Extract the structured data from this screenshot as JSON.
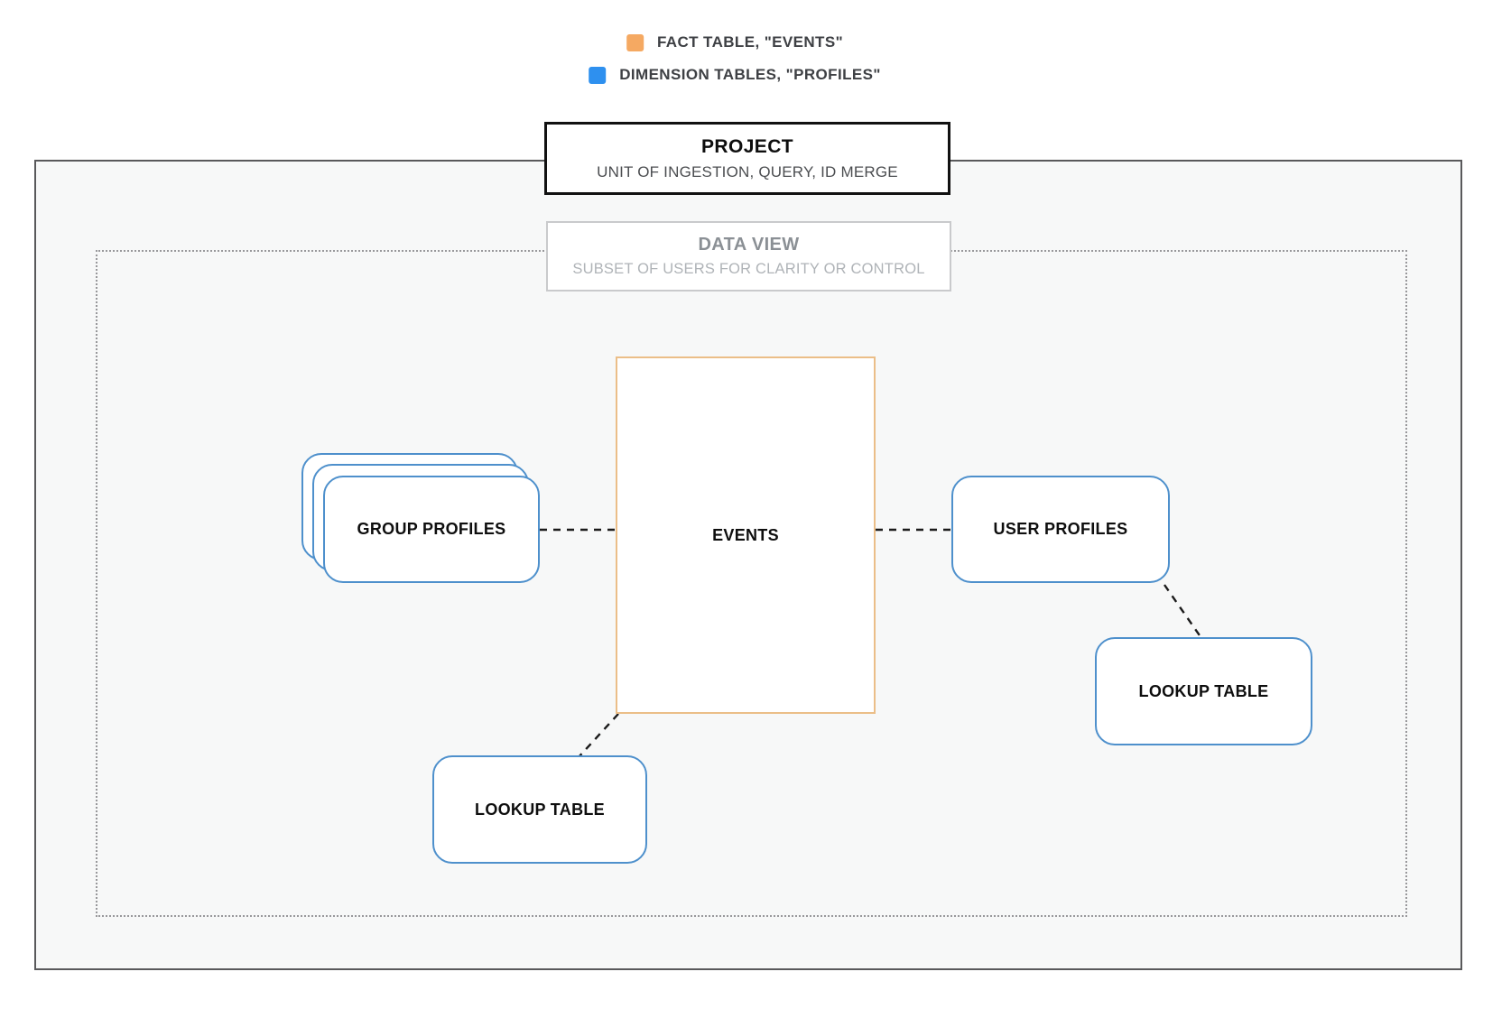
{
  "legend": {
    "items": [
      {
        "name": "fact-table",
        "label": "FACT TABLE, \"EVENTS\"",
        "color": "#F5A962"
      },
      {
        "name": "dimension-tables",
        "label": "DIMENSION TABLES, \"PROFILES\"",
        "color": "#2E90EF"
      }
    ]
  },
  "project": {
    "title": "PROJECT",
    "subtitle": "UNIT OF INGESTION, QUERY, ID MERGE"
  },
  "data_view": {
    "title": "DATA VIEW",
    "subtitle": "SUBSET OF USERS FOR CLARITY OR CONTROL"
  },
  "nodes": {
    "events": {
      "label": "EVENTS",
      "role": "fact table"
    },
    "group_profiles": {
      "label": "GROUP PROFILES",
      "role": "dimension table",
      "stacked": true
    },
    "user_profiles": {
      "label": "USER PROFILES",
      "role": "dimension table"
    },
    "lookup_table_left": {
      "label": "LOOKUP TABLE",
      "role": "dimension table"
    },
    "lookup_table_right": {
      "label": "LOOKUP TABLE",
      "role": "dimension table"
    }
  },
  "connections": [
    {
      "from": "GROUP PROFILES",
      "to": "EVENTS",
      "style": "dashed"
    },
    {
      "from": "EVENTS",
      "to": "USER PROFILES",
      "style": "dashed"
    },
    {
      "from": "USER PROFILES",
      "to": "LOOKUP TABLE (right)",
      "style": "dashed"
    },
    {
      "from": "EVENTS",
      "to": "LOOKUP TABLE (bottom)",
      "style": "dashed"
    }
  ],
  "colors": {
    "fact_accent": "#F5A962",
    "dimension_accent": "#2E90EF",
    "fact_node_border": "#EBBE88",
    "dimension_node_border": "#4E90CC",
    "project_border": "#111111",
    "outer_boundary_border": "#59595B",
    "inner_boundary_border": "#98989B",
    "data_view_border": "#C9CACC",
    "boundary_background": "#F7F8F8",
    "connector": "#1B1B1B"
  }
}
